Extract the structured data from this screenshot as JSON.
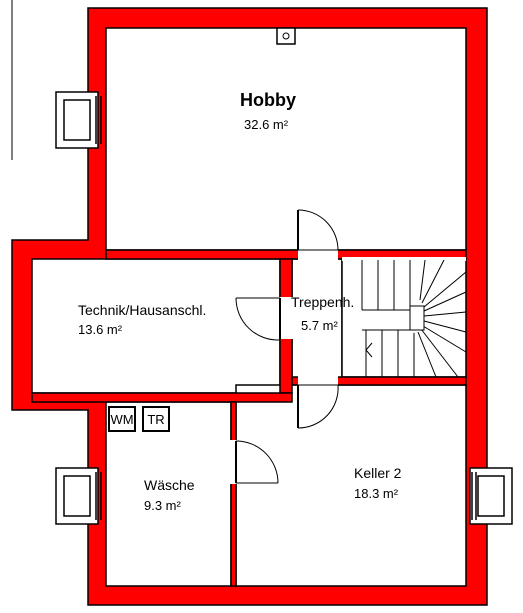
{
  "plan": {
    "wall_color": "#ff0000",
    "line_color": "#000000",
    "rooms": {
      "hobby": {
        "name": "Hobby",
        "area": "32.6 m²"
      },
      "technik": {
        "name": "Technik/Hausanschl.",
        "area": "13.6 m²"
      },
      "treppe": {
        "name": "Treppenh.",
        "area": "5.7 m²"
      },
      "waesche": {
        "name": "Wäsche",
        "area": "9.3 m²"
      },
      "keller2": {
        "name": "Keller 2",
        "area": "18.3 m²"
      }
    },
    "symbols": {
      "wm": "WM",
      "tr": "TR"
    }
  }
}
